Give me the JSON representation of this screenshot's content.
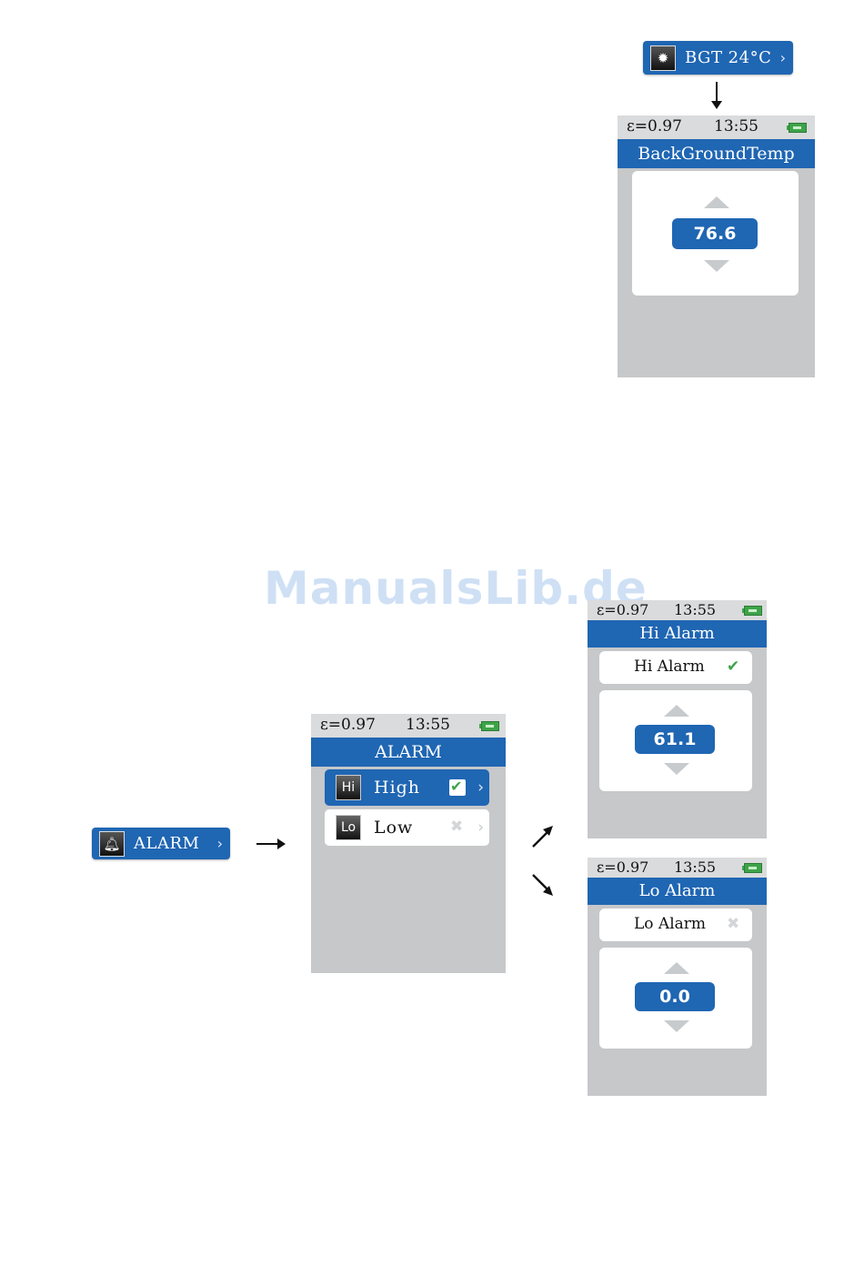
{
  "bgt_button": {
    "icon": "sun-icon",
    "label": "BGT 24°C",
    "chevron": "›"
  },
  "bgt_screen": {
    "status": {
      "emissivity": "ε=0.97",
      "time": "13:55"
    },
    "title": "BackGroundTemp",
    "value": "76.6"
  },
  "watermark": "ManualsLib.de",
  "alarm_button": {
    "icon": "bell-icon",
    "label": "ALARM",
    "chevron": "›"
  },
  "alarm_screen": {
    "status": {
      "emissivity": "ε=0.97",
      "time": "13:55"
    },
    "title": "ALARM",
    "items": [
      {
        "badge": "Hi",
        "label": "High",
        "state": "✔",
        "chevron": "›",
        "selected": true
      },
      {
        "badge": "Lo",
        "label": "Low",
        "state": "✖",
        "chevron": "›",
        "selected": false
      }
    ]
  },
  "hi_screen": {
    "status": {
      "emissivity": "ε=0.97",
      "time": "13:55"
    },
    "title": "Hi Alarm",
    "toggle_label": "Hi Alarm",
    "toggle_state": "✔",
    "value": "61.1"
  },
  "lo_screen": {
    "status": {
      "emissivity": "ε=0.97",
      "time": "13:55"
    },
    "title": "Lo Alarm",
    "toggle_label": "Lo Alarm",
    "toggle_state": "✖",
    "value": "0.0"
  },
  "colors": {
    "accent": "#1f66b3",
    "screen_bg": "#c6c8ca",
    "check": "#3fa34a",
    "battery": "#3fa34a"
  }
}
